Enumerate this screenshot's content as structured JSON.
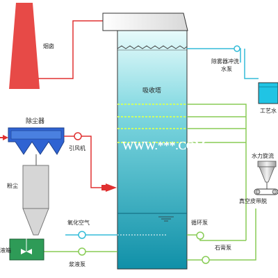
{
  "labels": {
    "chimney": "烟囱",
    "absorber": "吸收塔",
    "demister_pump_line1": "除雾器冲洗",
    "demister_pump_line2": "水泵",
    "process_water": "工艺水",
    "dust_collector": "除尘器",
    "id_fan": "引风机",
    "hydrocyclone": "水力旋流",
    "vacuum_belt": "真空皮带脱",
    "dust": "粉尘",
    "oxidation_air": "氧化空气",
    "circulation_pump": "循环泵",
    "gypsum_pump": "石膏泵",
    "slurry_tank": "液箱",
    "slurry_pump": "浆液泵"
  },
  "watermark": "WWW.***.COM",
  "colors": {
    "chimney": "#e74a47",
    "tower_top": "#e8fbfb",
    "tower_bottom": "#1090a8",
    "flue_pipe": "#e03030",
    "water_pipe": "#33bcd8",
    "green_pipe": "#88cc55",
    "dust_body": "#2f63d2",
    "slurry_green": "#2e9b57",
    "process_water_tank": "#20c4e4"
  }
}
